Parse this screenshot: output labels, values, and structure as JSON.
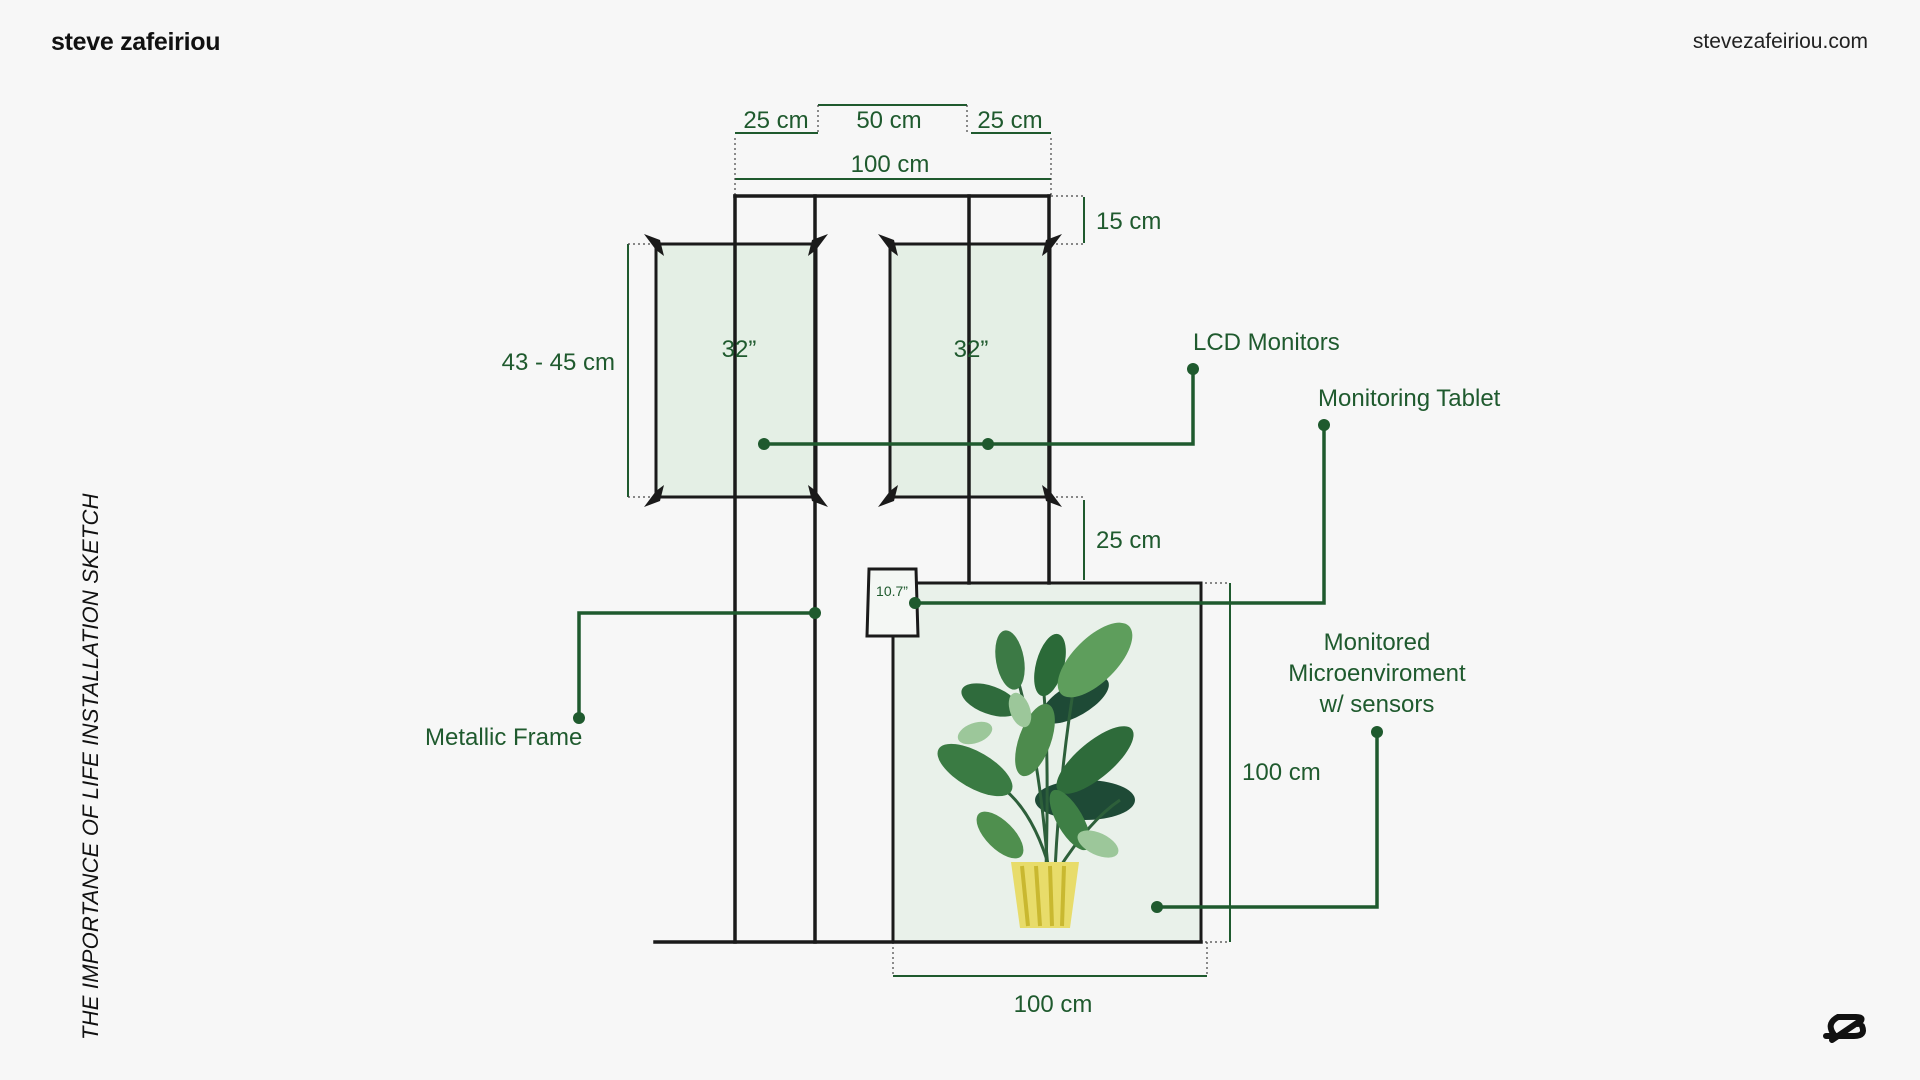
{
  "header": {
    "brand": "steve zafeiriou",
    "website": "stevezafeiriou.com"
  },
  "side_title": "THE IMPORTANCE OF LIFE INSTALLATION SKETCH",
  "diagram": {
    "dimensions": {
      "top_left_gap": "25 cm",
      "top_center_gap": "50 cm",
      "top_right_gap": "25 cm",
      "frame_width": "100 cm",
      "top_offset": "15 cm",
      "monitor_height": "43 - 45 cm",
      "monitor_to_box_gap": "25 cm",
      "box_height": "100 cm",
      "box_width": "100 cm"
    },
    "monitor_left_size": "32”",
    "monitor_right_size": "32”",
    "tablet_size": "10.7”",
    "callouts": {
      "lcd_monitors": "LCD Monitors",
      "monitoring_tablet": "Monitoring Tablet",
      "metallic_frame": "Metallic Frame",
      "microenvironment_line1": "Monitored",
      "microenvironment_line2": "Microenviroment",
      "microenvironment_line3": "w/ sensors"
    }
  },
  "colors": {
    "accent_green": "#1f5a2e",
    "panel_fill": "#e4efe5",
    "frame_stroke": "#1a1a1a",
    "background": "#f7f7f7"
  },
  "icons": {
    "logo": "brand-logo-icon"
  }
}
